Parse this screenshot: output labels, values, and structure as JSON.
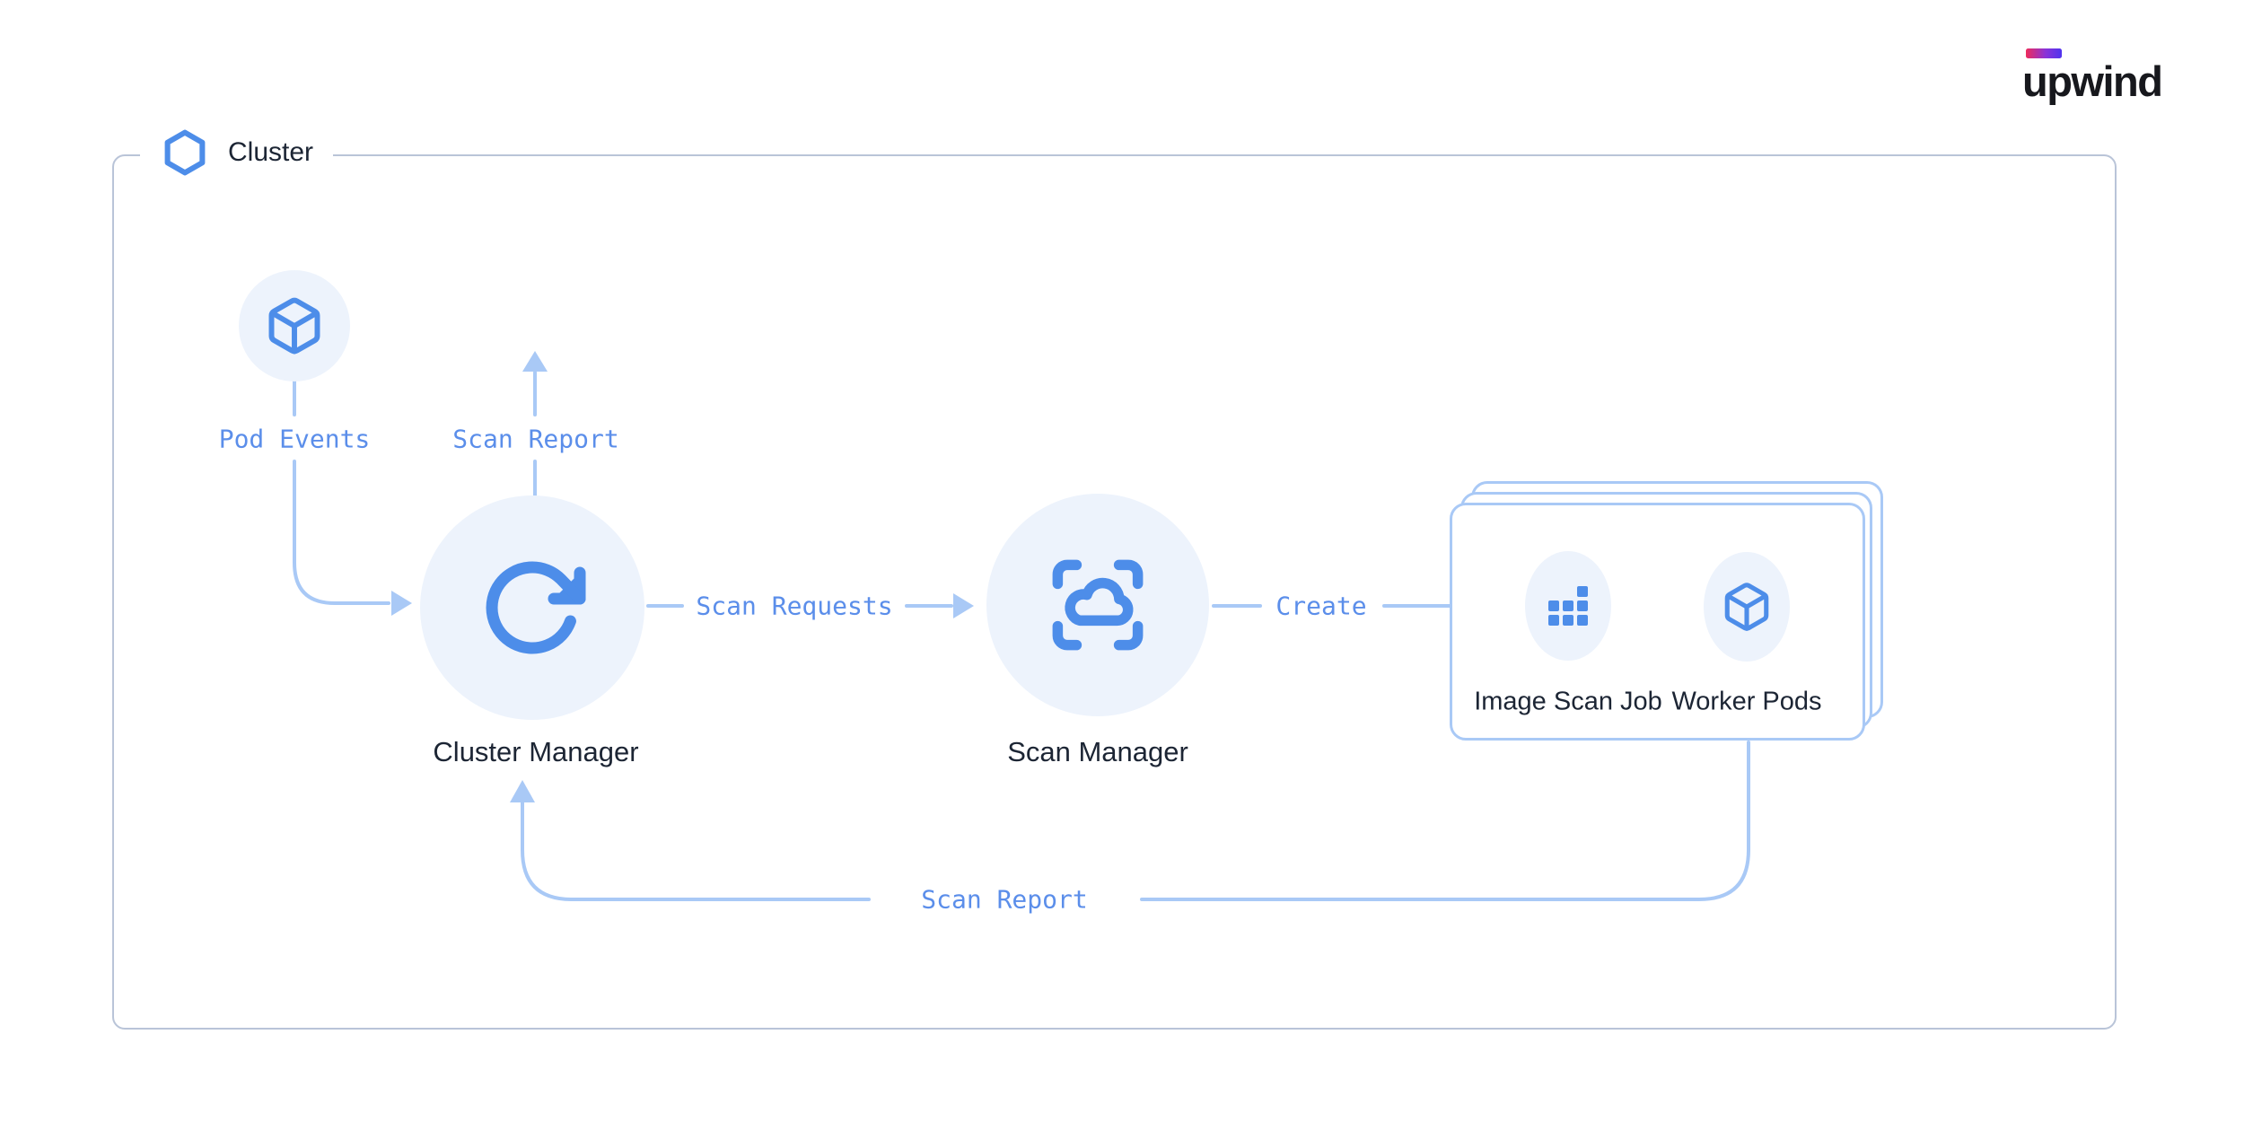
{
  "logo": {
    "text": "upwind"
  },
  "cluster": {
    "label": "Cluster"
  },
  "nodes": {
    "pod_events": {
      "label": "Pod Events",
      "icon": "cube-icon"
    },
    "cluster_manager": {
      "label": "Cluster Manager",
      "icon": "refresh-icon"
    },
    "scan_manager": {
      "label": "Scan Manager",
      "icon": "scan-cloud-icon"
    },
    "image_scan_job": {
      "label": "Image Scan Job",
      "icon": "grid-squares-icon"
    },
    "worker_pods": {
      "label": "Worker Pods",
      "icon": "cube-icon"
    }
  },
  "edges": {
    "scan_report_top": {
      "label": "Scan Report",
      "from": "Cluster Manager",
      "direction": "up"
    },
    "scan_requests": {
      "label": "Scan Requests",
      "from": "Cluster Manager",
      "to": "Scan Manager"
    },
    "create": {
      "label": "Create",
      "from": "Scan Manager",
      "to": "Worker Pods card"
    },
    "scan_report_bottom": {
      "label": "Scan Report",
      "from": "Worker Pods card",
      "to": "Cluster Manager"
    },
    "pod_events_in": {
      "label": "",
      "from": "Pod Events",
      "to": "Cluster Manager"
    }
  },
  "colors": {
    "icon_blue": "#4d8de9",
    "line_blue": "#a9c9f6",
    "label_blue": "#5b8eea",
    "node_bg": "#edf3fc",
    "dark_text": "#1c2534",
    "cluster_border": "#b9c4d8",
    "card_border": "#a9c9f6",
    "logo_gradient_from": "#ee2b5b",
    "logo_gradient_to": "#4f33ee"
  }
}
